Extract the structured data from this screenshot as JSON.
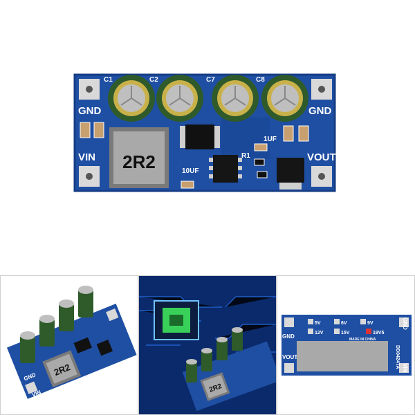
{
  "main_board": {
    "cap_labels": [
      "C1",
      "C2",
      "C7",
      "C8"
    ],
    "pin_gnd_left": "GND",
    "pin_vin": "VIN",
    "pin_gnd_right": "GND",
    "pin_vout": "VOUT",
    "inductor_marking": "2R2",
    "cap_small_1": "10UF",
    "cap_small_2": "1UF",
    "resistor_label": "R1"
  },
  "thumb1": {
    "pin_gnd": "GND",
    "pin_vin": "VIN",
    "inductor_marking": "2R2"
  },
  "thumb2": {
    "inductor_marking": "2R2"
  },
  "thumb3": {
    "voltages": [
      "5V",
      "6V",
      "9V",
      "12V",
      "15V",
      "19V5"
    ],
    "pin_gnd_left": "GND",
    "pin_vout": "VOUT",
    "pin_gnd_right": "GND",
    "pin_vin": "VIN",
    "made_in": "MADE IN CHINA",
    "model": "DD0424TA"
  },
  "colors": {
    "pcb": "#1f4fa3",
    "pcb_dark": "#163d84",
    "silk": "#ffffff",
    "cap_green": "#2f5a2a",
    "cap_gold": "#c9b14a",
    "pad": "#d9d9d9"
  }
}
